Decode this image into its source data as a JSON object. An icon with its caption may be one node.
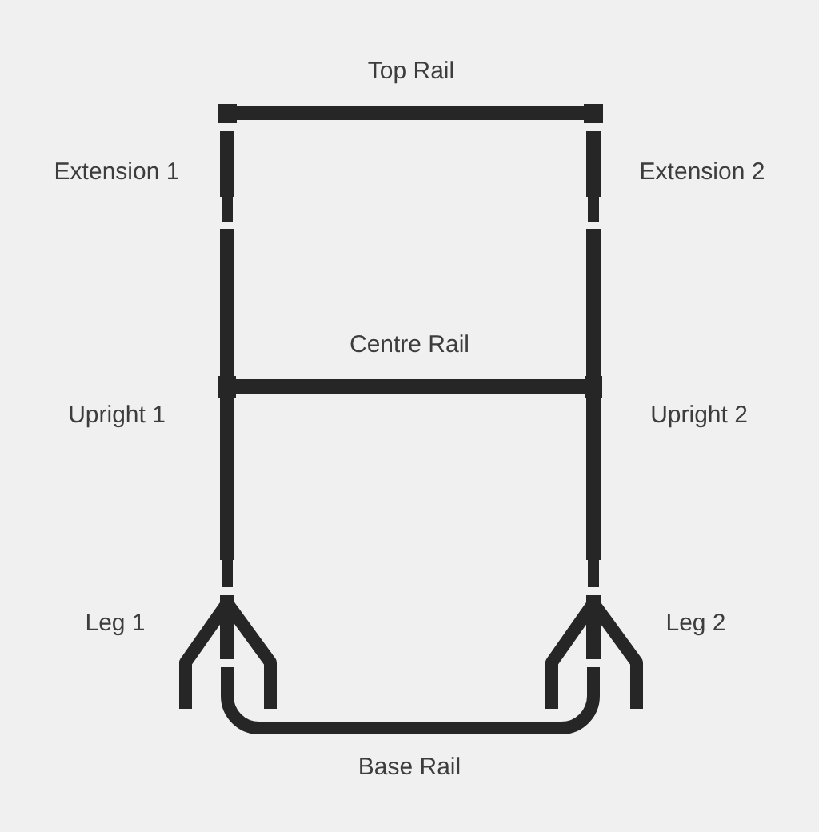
{
  "diagram": {
    "labels": [
      "Top Rail",
      "Extension 1",
      "Extension 2",
      "Centre Rail",
      "Upright 1",
      "Upright 2",
      "Leg 1",
      "Leg 2",
      "Base Rail"
    ]
  }
}
